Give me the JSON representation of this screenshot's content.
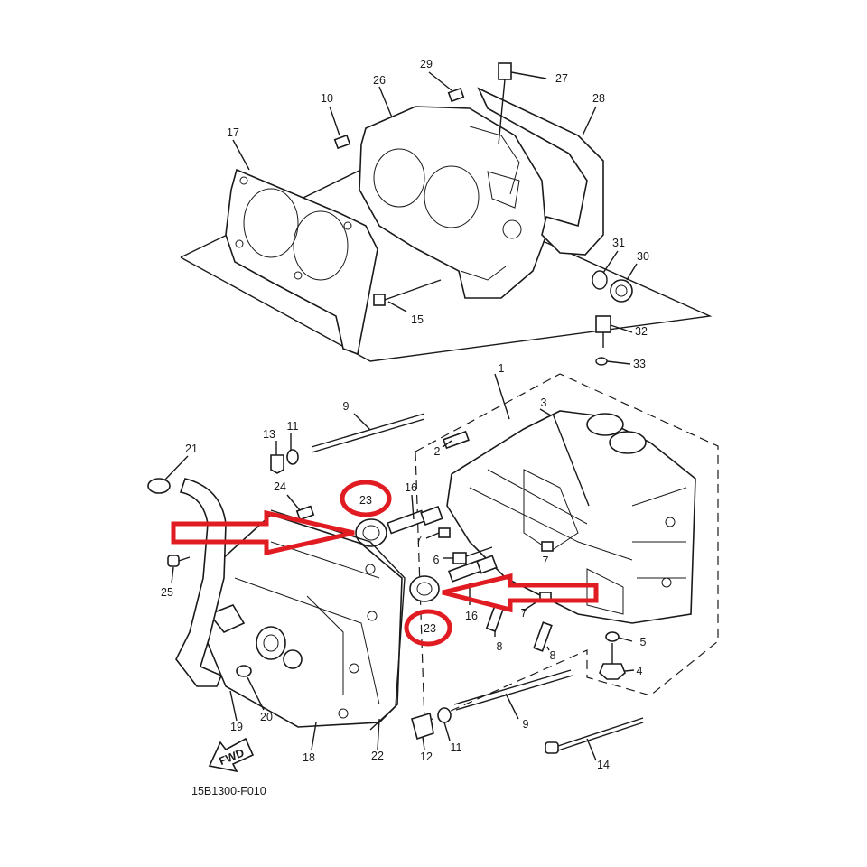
{
  "diagram": {
    "code": "15B1300-F010",
    "fwd_label": "FWD",
    "callout_numbers": {
      "n1": "1",
      "n2": "2",
      "n3": "3",
      "n4": "4",
      "n5": "5",
      "n6": "6",
      "n7a": "7",
      "n7b": "7",
      "n7c": "7",
      "n8a": "8",
      "n8b": "8",
      "n9a": "9",
      "n9b": "9",
      "n10": "10",
      "n11a": "11",
      "n11b": "11",
      "n12": "12",
      "n13": "13",
      "n14": "14",
      "n15": "15",
      "n16a": "16",
      "n16b": "16",
      "n17": "17",
      "n18": "18",
      "n19": "19",
      "n20": "20",
      "n21": "21",
      "n22": "22",
      "n23a": "23",
      "n23b": "23",
      "n24": "24",
      "n25": "25",
      "n26": "26",
      "n27": "27",
      "n28": "28",
      "n29": "29",
      "n30": "30",
      "n31": "31",
      "n32": "32",
      "n33": "33"
    },
    "highlight_color": "#e11b22",
    "line_color": "#1a1a1a"
  }
}
